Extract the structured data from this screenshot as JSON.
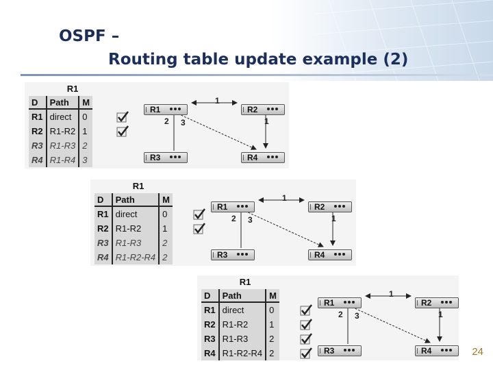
{
  "slide": {
    "title_line1": "OSPF –",
    "title_line2": "Routing table update example (2)",
    "page_number": "24"
  },
  "panels": [
    {
      "caption": "R1",
      "headers": [
        "D",
        "Path",
        "M"
      ],
      "rows": [
        {
          "d": "R1",
          "path": "direct",
          "m": "0",
          "checked": true,
          "tentative": false
        },
        {
          "d": "R2",
          "path": "R1-R2",
          "m": "1",
          "checked": true,
          "tentative": false
        },
        {
          "d": "R3",
          "path": "R1-R3",
          "m": "2",
          "checked": false,
          "tentative": true
        },
        {
          "d": "R4",
          "path": "R1-R4",
          "m": "3",
          "checked": false,
          "tentative": true
        }
      ],
      "routers": [
        "R1",
        "R2",
        "R3",
        "R4"
      ],
      "costs": {
        "r1_r2": "1",
        "r1_r3": "2",
        "r1_r4": "3",
        "r2_r4": "1"
      }
    },
    {
      "caption": "R1",
      "headers": [
        "D",
        "Path",
        "M"
      ],
      "rows": [
        {
          "d": "R1",
          "path": "direct",
          "m": "0",
          "checked": true,
          "tentative": false
        },
        {
          "d": "R2",
          "path": "R1-R2",
          "m": "1",
          "checked": true,
          "tentative": false
        },
        {
          "d": "R3",
          "path": "R1-R3",
          "m": "2",
          "checked": false,
          "tentative": true
        },
        {
          "d": "R4",
          "path": "R1-R2-R4",
          "m": "2",
          "checked": false,
          "tentative": true
        }
      ],
      "routers": [
        "R1",
        "R2",
        "R3",
        "R4"
      ],
      "costs": {
        "r1_r2": "1",
        "r1_r3": "2",
        "r1_r4": "3",
        "r2_r4": "1"
      }
    },
    {
      "caption": "R1",
      "headers": [
        "D",
        "Path",
        "M"
      ],
      "rows": [
        {
          "d": "R1",
          "path": "direct",
          "m": "0",
          "checked": true,
          "tentative": false
        },
        {
          "d": "R2",
          "path": "R1-R2",
          "m": "1",
          "checked": true,
          "tentative": false
        },
        {
          "d": "R3",
          "path": "R1-R3",
          "m": "2",
          "checked": true,
          "tentative": false
        },
        {
          "d": "R4",
          "path": "R1-R2-R4",
          "m": "2",
          "checked": true,
          "tentative": false
        }
      ],
      "routers": [
        "R1",
        "R2",
        "R3",
        "R4"
      ],
      "costs": {
        "r1_r2": "1",
        "r1_r3": "2",
        "r1_r4": "3",
        "r2_r4": "1"
      }
    }
  ]
}
